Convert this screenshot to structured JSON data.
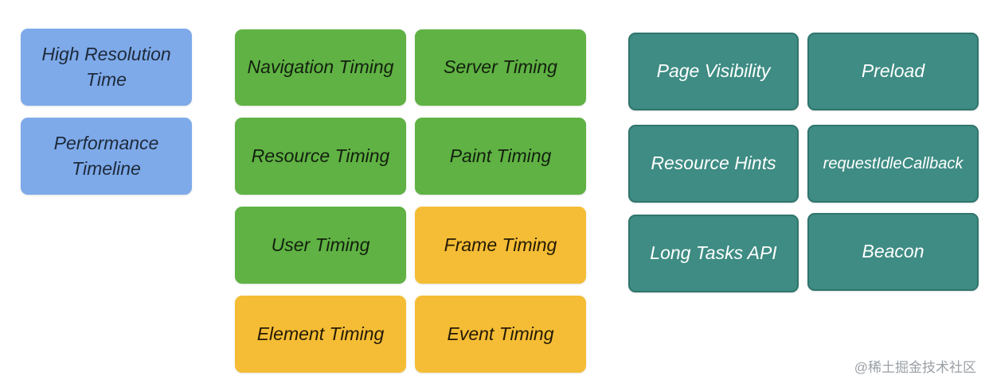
{
  "groups": {
    "blue": [
      "High Resolution Time",
      "Performance Timeline"
    ],
    "middle": [
      "Navigation Timing",
      "Server Timing",
      "Resource Timing",
      "Paint Timing",
      "User Timing",
      "Frame Timing",
      "Element Timing",
      "Event Timing"
    ],
    "teal": [
      "Page Visibility",
      "Preload",
      "Resource Hints",
      "requestIdleCallback",
      "Long Tasks API",
      "Beacon"
    ]
  },
  "colors": {
    "blue": "#7eaaea",
    "green": "#5fb243",
    "amber": "#f5bd35",
    "teal": "#3e8c83"
  },
  "watermark": "@稀土掘金技术社区"
}
